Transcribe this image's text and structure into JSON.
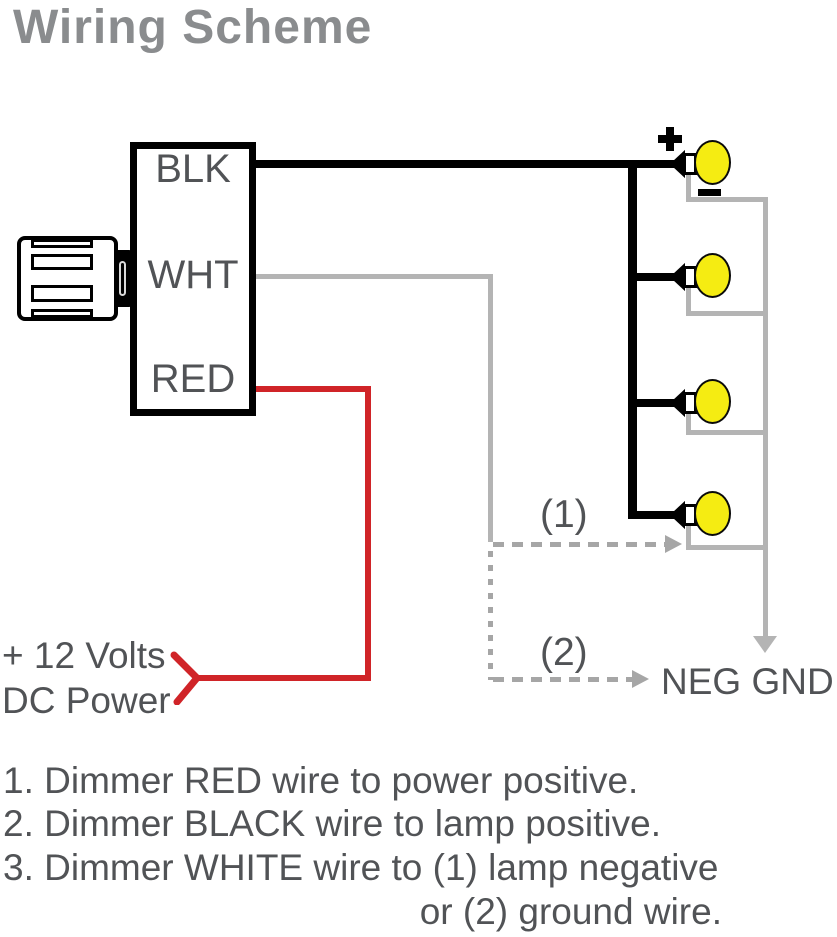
{
  "title": "Wiring Scheme",
  "colors": {
    "title-gray": "#8a8c8e",
    "text-dark": "#515356",
    "wire-black": "#000000",
    "wire-red": "#d02428",
    "wire-gray": "#b4b4b4",
    "dash-gray": "#a6a6a6",
    "lamp-yellow": "#f5ec12"
  },
  "dimmer": {
    "terminals": [
      {
        "label": "BLK"
      },
      {
        "label": "WHT"
      },
      {
        "label": "RED"
      }
    ]
  },
  "lamps": {
    "count": 4,
    "positive_symbol": "+",
    "negative_symbol": "−"
  },
  "power": {
    "line1": "+ 12 Volts",
    "line2": "DC Power"
  },
  "ground": {
    "label": "NEG GND"
  },
  "arrows": {
    "arrow1_label": "(1)",
    "arrow2_label": "(2)"
  },
  "instructions": {
    "line1": "1. Dimmer RED wire to power positive.",
    "line2": "2. Dimmer BLACK wire to lamp positive.",
    "line3": "3. Dimmer WHITE wire to (1) lamp negative",
    "line4": "or (2) ground wire."
  }
}
